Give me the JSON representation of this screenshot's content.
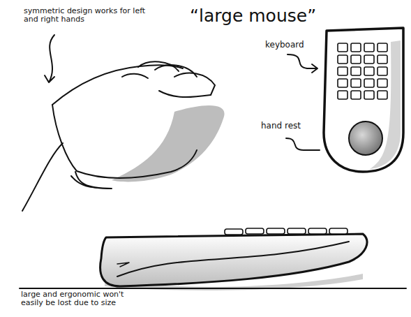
{
  "diagram": {
    "title": "“large mouse”",
    "labels": [
      "symmetric design works for left and right hands",
      "keyboard",
      "hand rest",
      "large and ergonomic won't easily be lost due to size"
    ]
  }
}
